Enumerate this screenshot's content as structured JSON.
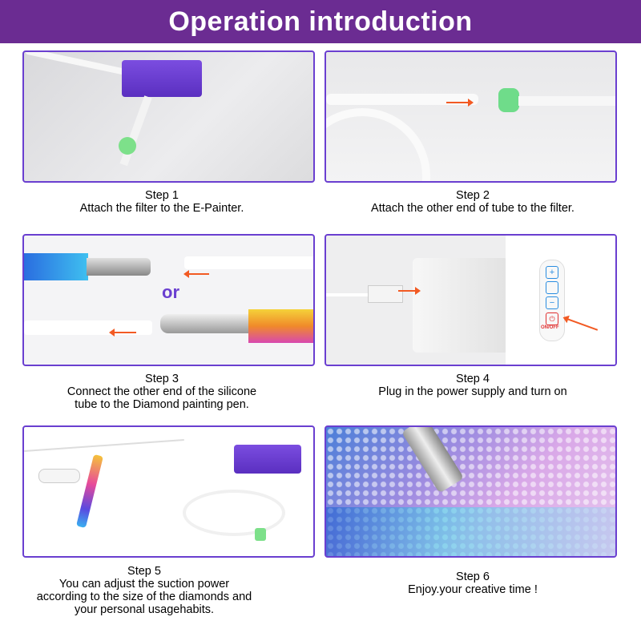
{
  "header": {
    "title": "Operation introduction"
  },
  "steps": [
    {
      "title": "Step 1",
      "lines": [
        "Attach the filter to the E-Painter."
      ]
    },
    {
      "title": "Step 2",
      "lines": [
        "Attach the other end of tube to the filter."
      ]
    },
    {
      "title": "Step 3",
      "lines": [
        "Connect the other end of the silicone",
        "tube to the Diamond painting pen."
      ],
      "image_text": "or"
    },
    {
      "title": "Step 4",
      "lines": [
        "Plug in the power supply and turn on"
      ],
      "image_text": "ON/OFF"
    },
    {
      "title": "Step 5",
      "lines": [
        "You can adjust the suction power",
        "according to the size of the diamonds and",
        "your personal usagehabits."
      ]
    },
    {
      "title": "Step 6",
      "lines": [
        "Enjoy.your creative time !"
      ]
    }
  ],
  "colors": {
    "header": "#6b2c92",
    "border": "#6a3fd0",
    "arrow": "#f25a23",
    "device": "#6a3fd0"
  }
}
